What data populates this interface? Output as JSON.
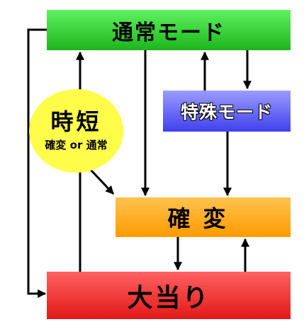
{
  "nodes": {
    "normal_mode": "通常モード",
    "special_mode": "特殊モード",
    "kakuhen": "確変",
    "ooatari": "大当り",
    "jitan": {
      "title": "時短",
      "subtitle": "確変 or 通常"
    }
  },
  "colors": {
    "normal_mode": "#3bd63b",
    "special_mode": "#6a6af5",
    "kakuhen": "#ffaa1a",
    "ooatari": "#f03030",
    "jitan": "#fffd4a",
    "arrow": "#000000"
  }
}
